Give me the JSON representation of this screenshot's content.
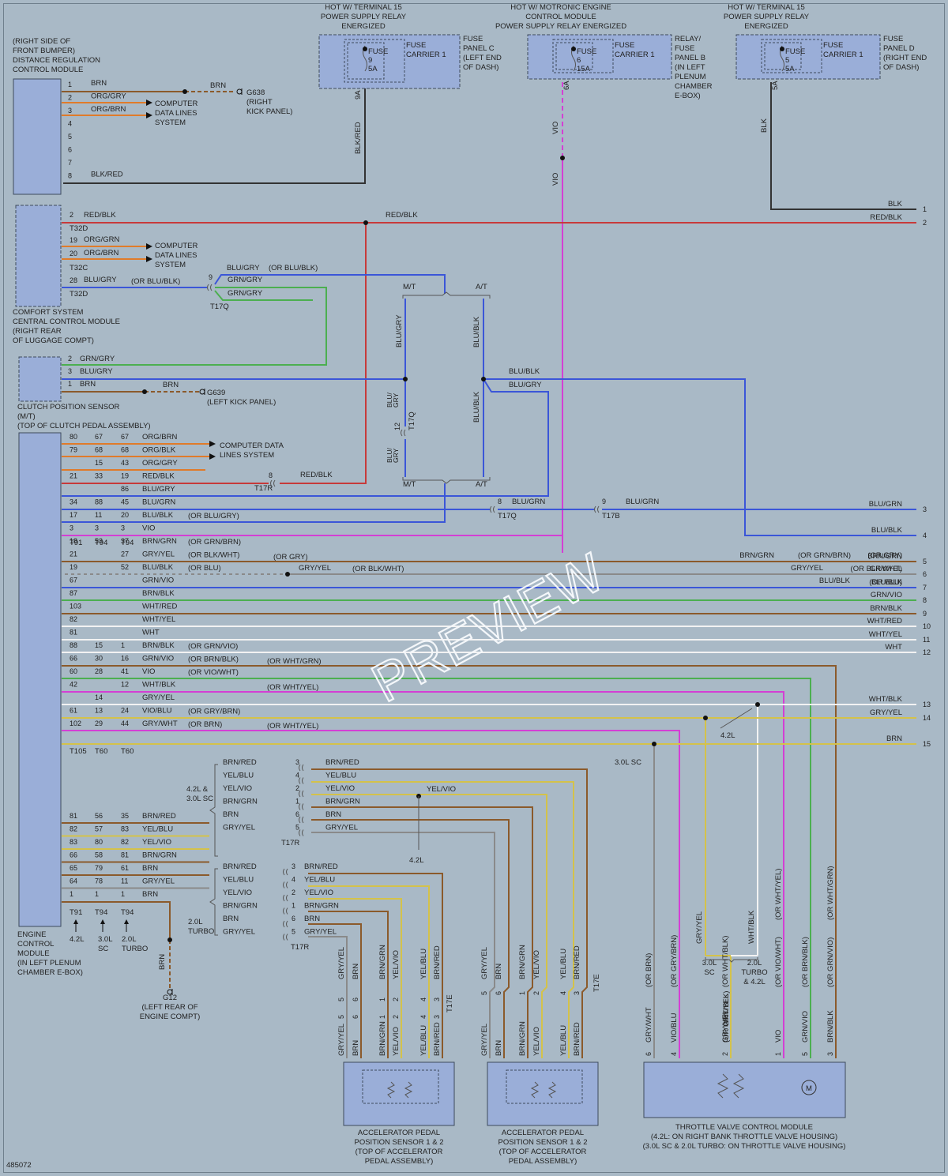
{
  "diagram_id": "485072",
  "watermark": "PREVIEW",
  "colors": {
    "background": "#a9b9c6",
    "component_fill": "#9aaed8",
    "brn": "#8b5a2b",
    "org": "#e07b2a",
    "red": "#c73a3a",
    "vio": "#d43fd4",
    "grn": "#4caf50",
    "yel": "#d4c24a",
    "blu": "#3b56d8",
    "blk": "#333333",
    "gry": "#8a8a8a",
    "wht": "#f2f2f2"
  },
  "header_labels": {
    "hot_terminal15_left": [
      "HOT W/ TERMINAL 15",
      "POWER SUPPLY RELAY",
      "ENERGIZED"
    ],
    "hot_motronic": [
      "HOT W/ MOTRONIC ENGINE",
      "CONTROL MODULE",
      "POWER SUPPLY RELAY ENERGIZED"
    ],
    "hot_terminal15_right": [
      "HOT W/ TERMINAL 15",
      "POWER SUPPLY RELAY",
      "ENERGIZED"
    ]
  },
  "fuses": [
    {
      "fuse": [
        "FUSE",
        "9",
        "5A"
      ],
      "carrier": [
        "FUSE",
        "CARRIER 1"
      ],
      "panel": [
        "FUSE",
        "PANEL C",
        "(LEFT END",
        "OF DASH)"
      ],
      "pin": "9A",
      "wire": "BLK/RED"
    },
    {
      "fuse": [
        "FUSE",
        "6",
        "15A"
      ],
      "carrier": [
        "FUSE",
        "CARRIER 1"
      ],
      "panel": [
        "RELAY/",
        "FUSE",
        "PANEL B",
        "(IN LEFT",
        "PLENUM",
        "CHAMBER",
        "E-BOX)"
      ],
      "pin": "6A",
      "wire": "VIO"
    },
    {
      "fuse": [
        "FUSE",
        "5",
        "5A"
      ],
      "carrier": [
        "FUSE",
        "CARRIER 1"
      ],
      "panel": [
        "FUSE",
        "PANEL D",
        "(RIGHT END",
        "OF DASH)"
      ],
      "pin": "5A",
      "wire": "BLK"
    }
  ],
  "components": {
    "distance_module": [
      "(RIGHT SIDE OF",
      "FRONT BUMPER)",
      "DISTANCE REGULATION",
      "CONTROL MODULE"
    ],
    "comfort_module": [
      "COMFORT SYSTEM",
      "CENTRAL CONTROL MODULE",
      "(RIGHT REAR",
      "OF LUGGAGE COMPT)"
    ],
    "clutch_sensor": [
      "CLUTCH POSITION SENSOR",
      "(M/T)",
      "(TOP OF CLUTCH PEDAL ASSEMBLY)"
    ],
    "ecm": [
      "ENGINE",
      "CONTROL",
      "MODULE",
      "(IN LEFT PLENUM",
      "CHAMBER E-BOX)"
    ],
    "pedal_sensor_1": [
      "ACCELERATOR PEDAL",
      "POSITION SENSOR 1 & 2",
      "(TOP OF ACCELERATOR",
      "PEDAL ASSEMBLY)"
    ],
    "pedal_sensor_2": [
      "ACCELERATOR PEDAL",
      "POSITION SENSOR 1 & 2",
      "(TOP OF ACCELERATOR",
      "PEDAL ASSEMBLY)"
    ],
    "throttle_module": [
      "THROTTLE VALVE CONTROL MODULE",
      "(4.2L: ON RIGHT BANK THROTTLE VALVE HOUSING)",
      "(3.0L SC & 2.0L TURBO: ON THROTTLE VALVE HOUSING)"
    ]
  },
  "grounds": {
    "g638": [
      "G638",
      "(RIGHT",
      "KICK PANEL)"
    ],
    "g639": [
      "G639",
      "(LEFT KICK PANEL)"
    ],
    "g12": [
      "G12",
      "(LEFT REAR OF",
      "ENGINE COMPT)"
    ]
  },
  "data_lines": [
    "COMPUTER",
    "DATA LINES",
    "SYSTEM"
  ],
  "data_lines_ecm": [
    "COMPUTER DATA",
    "LINES SYSTEM"
  ],
  "distance_pins": [
    {
      "pin": "1",
      "wire": "BRN"
    },
    {
      "pin": "2",
      "wire": "ORG/GRY"
    },
    {
      "pin": "3",
      "wire": "ORG/BRN"
    },
    {
      "pin": "4",
      "wire": ""
    },
    {
      "pin": "5",
      "wire": ""
    },
    {
      "pin": "6",
      "wire": ""
    },
    {
      "pin": "7",
      "wire": ""
    },
    {
      "pin": "8",
      "wire": "BLK/RED"
    }
  ],
  "comfort_pins": [
    {
      "pin": "2",
      "wire": "RED/BLK",
      "conn": "T32D"
    },
    {
      "pin": "19",
      "wire": "ORG/GRN",
      "conn": ""
    },
    {
      "pin": "20",
      "wire": "ORG/BRN",
      "conn": "T32C"
    },
    {
      "pin": "28",
      "wire": "BLU/GRY",
      "conn": "T32D"
    }
  ],
  "clutch_pins": [
    {
      "pin": "2",
      "wire": "GRN/GRY"
    },
    {
      "pin": "3",
      "wire": "BLU/GRY"
    },
    {
      "pin": "1",
      "wire": "BRN"
    }
  ],
  "mt_at": {
    "mt": "M/T",
    "at": "A/T"
  },
  "ecm_pins": [
    {
      "p": [
        "80",
        "67",
        "67"
      ],
      "wire": "ORG/BRN",
      "alt": ""
    },
    {
      "p": [
        "79",
        "68",
        "68"
      ],
      "wire": "ORG/BLK",
      "alt": ""
    },
    {
      "p": [
        "",
        "15",
        "43"
      ],
      "wire": "ORG/GRY",
      "alt": ""
    },
    {
      "p": [
        "21",
        "33",
        "19"
      ],
      "wire": "RED/BLK",
      "alt": ""
    },
    {
      "p": [
        "",
        "",
        "86"
      ],
      "wire": "BLU/GRY",
      "alt": ""
    },
    {
      "p": [
        "34",
        "88",
        "45"
      ],
      "wire": "BLU/GRN",
      "alt": ""
    },
    {
      "p": [
        "17",
        "11",
        "20"
      ],
      "wire": "BLU/BLK",
      "alt": "(OR BLU/GRY)"
    },
    {
      "p": [
        "3",
        "3",
        "3"
      ],
      "wire": "VIO",
      "alt": ""
    },
    {
      "p": [
        "18",
        "53",
        "37"
      ],
      "wire": "BRN/GRN",
      "alt": "(OR GRN/BRN)"
    },
    {
      "p": [
        "21",
        "",
        "27"
      ],
      "wire": "GRY/YEL",
      "alt": "(OR BLK/WHT)"
    },
    {
      "p": [
        "19",
        "",
        "52"
      ],
      "wire": "BLU/BLK",
      "alt": "(OR BLU)"
    },
    {
      "p": [
        "67",
        "",
        ""
      ],
      "wire": "GRN/VIO",
      "alt": ""
    },
    {
      "p": [
        "87",
        "",
        ""
      ],
      "wire": "BRN/BLK",
      "alt": ""
    },
    {
      "p": [
        "103",
        "",
        ""
      ],
      "wire": "WHT/RED",
      "alt": ""
    },
    {
      "p": [
        "82",
        "",
        ""
      ],
      "wire": "WHT/YEL",
      "alt": ""
    },
    {
      "p": [
        "81",
        "",
        ""
      ],
      "wire": "WHT",
      "alt": ""
    },
    {
      "p": [
        "88",
        "15",
        "1"
      ],
      "wire": "BRN/BLK",
      "alt": "(OR GRN/VIO)"
    },
    {
      "p": [
        "66",
        "30",
        "16"
      ],
      "wire": "GRN/VIO",
      "alt": "(OR BRN/BLK)"
    },
    {
      "p": [
        "60",
        "28",
        "41"
      ],
      "wire": "VIO",
      "alt": "(OR VIO/WHT)"
    },
    {
      "p": [
        "42",
        "",
        "12"
      ],
      "wire": "WHT/BLK",
      "alt": ""
    },
    {
      "p": [
        "",
        "14",
        ""
      ],
      "wire": "GRY/YEL",
      "alt": ""
    },
    {
      "p": [
        "61",
        "13",
        "24"
      ],
      "wire": "VIO/BLU",
      "alt": "(OR GRY/BRN)"
    },
    {
      "p": [
        "102",
        "29",
        "44"
      ],
      "wire": "GRY/WHT",
      "alt": "(OR BRN)"
    }
  ],
  "ecm_conn_groups": [
    {
      "conns": [
        "T91",
        "T94",
        "T94"
      ]
    },
    {
      "conns": [
        "T105",
        "T60",
        "T60"
      ]
    },
    {
      "conns": [
        "T91",
        "T94",
        "T94"
      ]
    }
  ],
  "ecm_lower_pins": [
    {
      "p": [
        "81",
        "56",
        "35"
      ],
      "wire": "BRN/RED"
    },
    {
      "p": [
        "82",
        "57",
        "83"
      ],
      "wire": "YEL/BLU"
    },
    {
      "p": [
        "83",
        "80",
        "82"
      ],
      "wire": "YEL/VIO"
    },
    {
      "p": [
        "66",
        "58",
        "81"
      ],
      "wire": "BRN/GRN"
    },
    {
      "p": [
        "65",
        "79",
        "61"
      ],
      "wire": "BRN"
    },
    {
      "p": [
        "64",
        "78",
        "11"
      ],
      "wire": "GRY/YEL"
    },
    {
      "p": [
        "1",
        "1",
        "1"
      ],
      "wire": "BRN"
    }
  ],
  "engine_variants": [
    "4.2L",
    "3.0L",
    "SC",
    "2.0L",
    "TURBO"
  ],
  "variant_labels": {
    "v42_30": [
      "4.2L &",
      "3.0L SC"
    ],
    "v20": [
      "2.0L",
      "TURBO"
    ],
    "v42": "4.2L",
    "v30sc": "3.0L SC",
    "v30sc_split": [
      "3.0L",
      "SC"
    ],
    "v20_42": [
      "2.0L",
      "TURBO",
      "& 4.2L"
    ]
  },
  "right_terminals": [
    {
      "n": "1",
      "wire": "BLK",
      "alt": ""
    },
    {
      "n": "2",
      "wire": "RED/BLK",
      "alt": ""
    },
    {
      "n": "3",
      "wire": "BLU/GRN",
      "alt": ""
    },
    {
      "n": "4",
      "wire": "BLU/BLK",
      "alt": ""
    },
    {
      "n": "5",
      "wire": "BRN/GRN",
      "alt": "(OR GRN/BRN)",
      "alt2": "(OR GRY)"
    },
    {
      "n": "6",
      "wire": "GRY/YEL",
      "alt": "(OR BLK/WHT)"
    },
    {
      "n": "7",
      "wire": "BLU/BLK",
      "alt": "(OR BLU)"
    },
    {
      "n": "8",
      "wire": "GRN/VIO",
      "alt": ""
    },
    {
      "n": "9",
      "wire": "BRN/BLK",
      "alt": ""
    },
    {
      "n": "10",
      "wire": "WHT/RED",
      "alt": ""
    },
    {
      "n": "11",
      "wire": "WHT/YEL",
      "alt": ""
    },
    {
      "n": "12",
      "wire": "WHT",
      "alt": ""
    },
    {
      "n": "13",
      "wire": "WHT/BLK",
      "alt": ""
    },
    {
      "n": "14",
      "wire": "GRY/YEL",
      "alt": ""
    },
    {
      "n": "15",
      "wire": "BRN",
      "alt": ""
    }
  ],
  "connectors": {
    "t17q": "T17Q",
    "t17r": "T17R",
    "t17b": "T17B",
    "t17e": "T17E"
  },
  "misc_labels": {
    "or_blu_blk": "(OR BLU/BLK)",
    "or_blu_blk2": "(OR BLU/BLK)",
    "or_gry": "(OR GRY)",
    "or_blk_wht": "(OR BLK/WHT)",
    "or_wht_grn": "(OR WHT/GRN)",
    "or_brn_blk": "(OR BRN/BLK)",
    "or_vio_wht": "(OR VIO/WHT)",
    "or_wht_yel": "(OR WHT/YEL)",
    "or_gry_brn": "(OR GRY/BRN)",
    "or_wht_yel2": "(OR WHT/YEL)",
    "or_brn": "(OR BRN)"
  },
  "pedal_connector_wires": [
    {
      "n": "3",
      "wire": "BRN/RED"
    },
    {
      "n": "4",
      "wire": "YEL/BLU"
    },
    {
      "n": "2",
      "wire": "YEL/VIO"
    },
    {
      "n": "1",
      "wire": "BRN/GRN"
    },
    {
      "n": "6",
      "wire": "BRN"
    },
    {
      "n": "5",
      "wire": "GRY/YEL"
    }
  ],
  "pedal_bottom_wires": [
    {
      "n": "5",
      "wire": "GRY/YEL"
    },
    {
      "n": "6",
      "wire": "BRN"
    },
    {
      "n": "1",
      "wire": "BRN/GRN"
    },
    {
      "n": "2",
      "wire": "YEL/VIO"
    },
    {
      "n": "4",
      "wire": "YEL/BLU"
    },
    {
      "n": "3",
      "wire": "BRN/RED"
    }
  ],
  "throttle_wires": [
    {
      "n": "6",
      "wire": "GRY/WHT",
      "alt": "(OR BRN)"
    },
    {
      "n": "4",
      "wire": "VIO/BLU",
      "alt": "(OR GRY/BRN)"
    },
    {
      "n": "2",
      "wire": "GRY/YEL",
      "alt": "(OR WHT/BLK)"
    },
    {
      "n": "1",
      "wire": "VIO",
      "alt": "(OR VIO/WHT)"
    },
    {
      "n": "5",
      "wire": "GRN/VIO",
      "alt": "(OR BRN/BLK)"
    },
    {
      "n": "3",
      "wire": "BRN/BLK",
      "alt": "(OR GRN/VIO)"
    }
  ],
  "throttle_upper": {
    "gry_yel": "GRY/YEL",
    "wht_blk": "WHT/BLK",
    "or_wht_yel": "(OR WHT/YEL)",
    "or_wht_grn": "(OR WHT/GRN)",
    "or_wht_blk": "(OR WHT/BLK)",
    "motor": "M"
  }
}
